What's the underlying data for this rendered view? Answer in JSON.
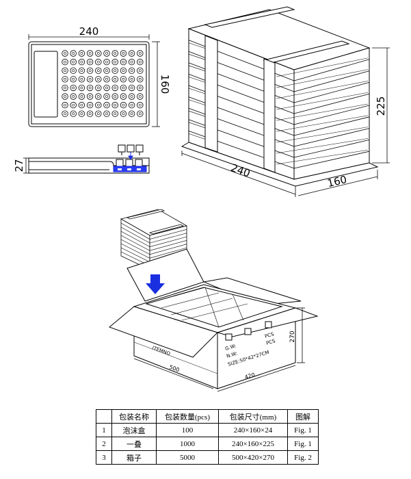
{
  "fig1": {
    "tray_width_label": "240",
    "tray_height_label": "160",
    "tray_depth_label": "27",
    "stack_width_label": "240",
    "stack_depth_label": "160",
    "stack_height_label": "225"
  },
  "fig2": {
    "box_label_lines": [
      "G.W:",
      "N.W:",
      "SIZE:50*42*27CM"
    ],
    "box_side_marks": [
      "PCS",
      "PCS"
    ],
    "box_front_mark": "ITEMNO",
    "box_length_label": "500",
    "box_width_label": "420",
    "box_height_label": "270"
  },
  "table": {
    "headers": [
      "",
      "包装名称",
      "包装数量(pcs)",
      "包装尺寸(mm)",
      "图解"
    ],
    "rows": [
      [
        "1",
        "泡沫盒",
        "100",
        "240×160×24",
        "Fig. 1"
      ],
      [
        "2",
        "一叠",
        "1000",
        "240×160×225",
        "Fig. 1"
      ],
      [
        "3",
        "箱子",
        "5000",
        "500×420×270",
        "Fig. 2"
      ]
    ]
  },
  "colors": {
    "arrow": "#1a2fe0",
    "line": "#000000"
  }
}
